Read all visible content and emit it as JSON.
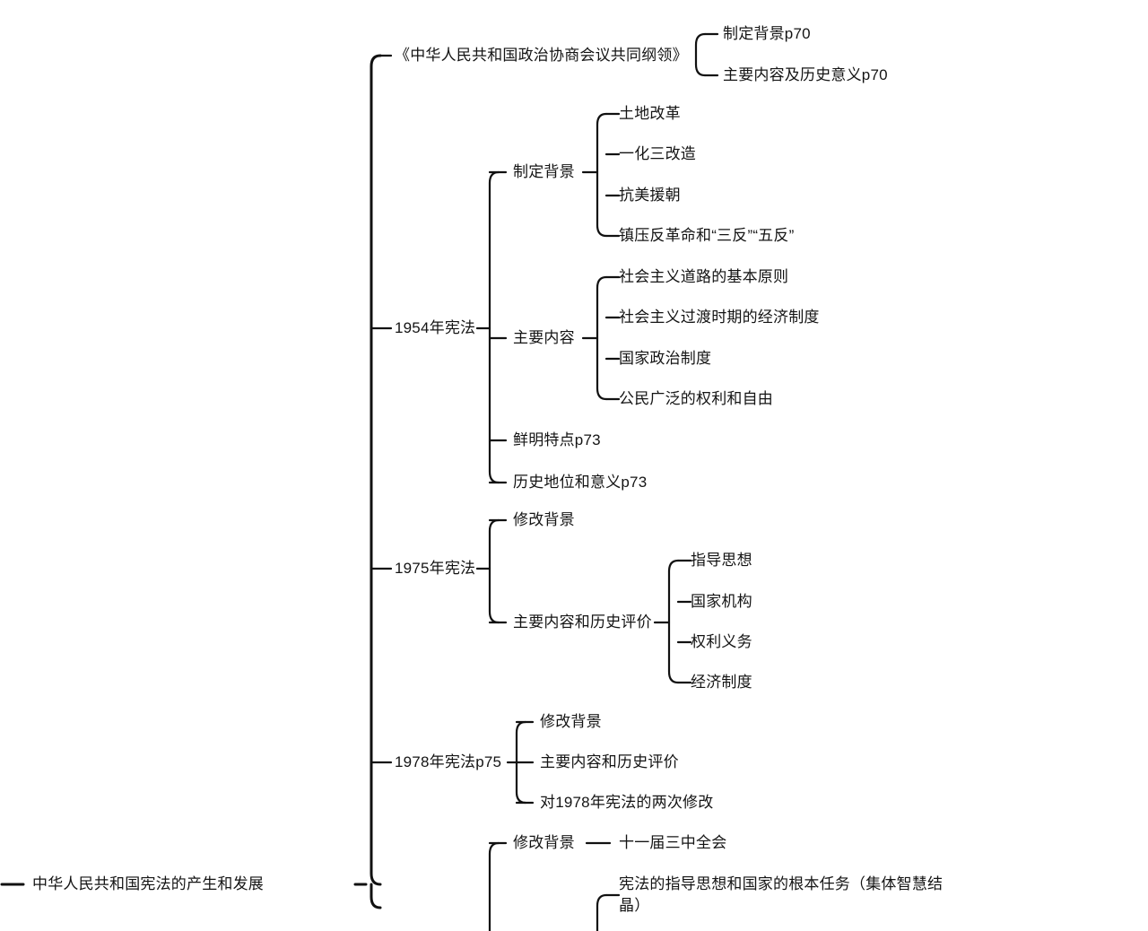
{
  "diagram": {
    "type": "mindmap",
    "root": "中华人民共和国宪法的产生和发展",
    "nodes": {
      "root": "中华人民共和国宪法的产生和发展",
      "n1": "《中华人民共和国政治协商会议共同纲领》",
      "n1a": "制定背景p70",
      "n1b": "主要内容及历史意义p70",
      "n2": "1954年宪法",
      "n2a": "制定背景",
      "n2a1": "土地改革",
      "n2a2": "一化三改造",
      "n2a3": "抗美援朝",
      "n2a4": "镇压反革命和“三反”“五反”",
      "n2b": "主要内容",
      "n2b1": "社会主义道路的基本原则",
      "n2b2": "社会主义过渡时期的经济制度",
      "n2b3": "国家政治制度",
      "n2b4": "公民广泛的权利和自由",
      "n2c": "鲜明特点p73",
      "n2d": "历史地位和意义p73",
      "n3": "1975年宪法",
      "n3a": "修改背景",
      "n3b": "主要内容和历史评价",
      "n3b1": "指导思想",
      "n3b2": "国家机构",
      "n3b3": "权利义务",
      "n3b4": "经济制度",
      "n4": "1978年宪法p75",
      "n4a": "修改背景",
      "n4b": "主要内容和历史评价",
      "n4c": "对1978年宪法的两次修改",
      "n5a": "修改背景",
      "n5a1": "十一届三中全会",
      "n5b": "宪法的指导思想和国家的根本任务（集体智慧结晶）"
    },
    "colors": {
      "line": "#111111",
      "text": "#141414",
      "background": "#ffffff"
    }
  }
}
